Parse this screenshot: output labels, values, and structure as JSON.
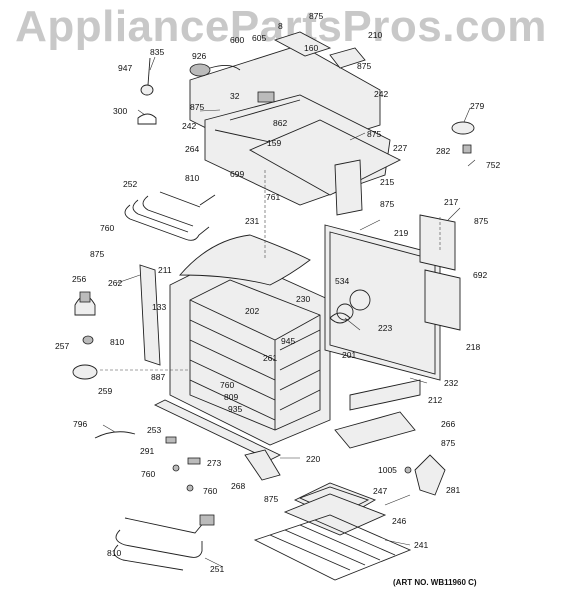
{
  "watermark": "AppliancePartsPros.com",
  "art_number": "(ART NO. WB11960 C)",
  "callouts": [
    {
      "id": "c8",
      "text": "8"
    },
    {
      "id": "c875a",
      "text": "875"
    },
    {
      "id": "c926",
      "text": "926"
    },
    {
      "id": "c600",
      "text": "600"
    },
    {
      "id": "c605",
      "text": "605"
    },
    {
      "id": "c160",
      "text": "160"
    },
    {
      "id": "c210",
      "text": "210"
    },
    {
      "id": "c835",
      "text": "835"
    },
    {
      "id": "c947",
      "text": "947"
    },
    {
      "id": "c875b",
      "text": "875"
    },
    {
      "id": "c32",
      "text": "32"
    },
    {
      "id": "c242a",
      "text": "242"
    },
    {
      "id": "c300",
      "text": "300"
    },
    {
      "id": "c875c",
      "text": "875"
    },
    {
      "id": "c242b",
      "text": "242"
    },
    {
      "id": "c862",
      "text": "862"
    },
    {
      "id": "c159",
      "text": "159"
    },
    {
      "id": "c875d",
      "text": "875"
    },
    {
      "id": "c264",
      "text": "264"
    },
    {
      "id": "c227",
      "text": "227"
    },
    {
      "id": "c279",
      "text": "279"
    },
    {
      "id": "c282",
      "text": "282"
    },
    {
      "id": "c752",
      "text": "752"
    },
    {
      "id": "c699",
      "text": "699"
    },
    {
      "id": "c761",
      "text": "761"
    },
    {
      "id": "c215",
      "text": "215"
    },
    {
      "id": "c252",
      "text": "252"
    },
    {
      "id": "c810a",
      "text": "810"
    },
    {
      "id": "c875e",
      "text": "875"
    },
    {
      "id": "c217",
      "text": "217"
    },
    {
      "id": "c760a",
      "text": "760"
    },
    {
      "id": "c231",
      "text": "231"
    },
    {
      "id": "c219",
      "text": "219"
    },
    {
      "id": "c875f",
      "text": "875"
    },
    {
      "id": "c875g",
      "text": "875"
    },
    {
      "id": "c692",
      "text": "692"
    },
    {
      "id": "c211",
      "text": "211"
    },
    {
      "id": "c256",
      "text": "256"
    },
    {
      "id": "c262",
      "text": "262"
    },
    {
      "id": "c534",
      "text": "534"
    },
    {
      "id": "c230",
      "text": "230"
    },
    {
      "id": "c133",
      "text": "133"
    },
    {
      "id": "c202",
      "text": "202"
    },
    {
      "id": "c223",
      "text": "223"
    },
    {
      "id": "c945",
      "text": "945"
    },
    {
      "id": "c810b",
      "text": "810"
    },
    {
      "id": "c257",
      "text": "257"
    },
    {
      "id": "c218",
      "text": "218"
    },
    {
      "id": "c261",
      "text": "261"
    },
    {
      "id": "c201",
      "text": "201"
    },
    {
      "id": "c887",
      "text": "887"
    },
    {
      "id": "c760b",
      "text": "760"
    },
    {
      "id": "c259",
      "text": "259"
    },
    {
      "id": "c809",
      "text": "809"
    },
    {
      "id": "c232",
      "text": "232"
    },
    {
      "id": "c935",
      "text": "935"
    },
    {
      "id": "c212",
      "text": "212"
    },
    {
      "id": "c796",
      "text": "796"
    },
    {
      "id": "c253",
      "text": "253"
    },
    {
      "id": "c266",
      "text": "266"
    },
    {
      "id": "c291",
      "text": "291"
    },
    {
      "id": "c875h",
      "text": "875"
    },
    {
      "id": "c273",
      "text": "273"
    },
    {
      "id": "c220",
      "text": "220"
    },
    {
      "id": "c760c",
      "text": "760"
    },
    {
      "id": "c1005",
      "text": "1005"
    },
    {
      "id": "c760d",
      "text": "760"
    },
    {
      "id": "c268",
      "text": "268"
    },
    {
      "id": "c281",
      "text": "281"
    },
    {
      "id": "c875i",
      "text": "875"
    },
    {
      "id": "c247",
      "text": "247"
    },
    {
      "id": "c246",
      "text": "246"
    },
    {
      "id": "c810c",
      "text": "810"
    },
    {
      "id": "c241",
      "text": "241"
    },
    {
      "id": "c251",
      "text": "251"
    }
  ]
}
